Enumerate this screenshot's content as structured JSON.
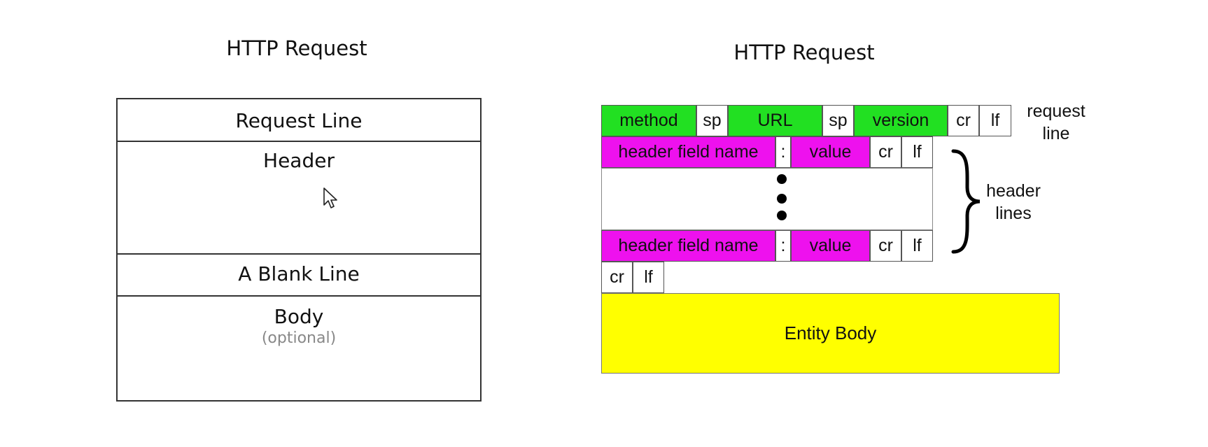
{
  "left": {
    "title": "HTTP Request",
    "sections": {
      "request_line": "Request Line",
      "header": "Header",
      "blank_line": "A Blank Line",
      "body": "Body",
      "body_note": "(optional)"
    }
  },
  "right": {
    "title": "HTTP Request",
    "request_line": {
      "method": "method",
      "sp1": "sp",
      "url": "URL",
      "sp2": "sp",
      "version": "version",
      "cr": "cr",
      "lf": "lf",
      "label_line1": "request",
      "label_line2": "line"
    },
    "header_row_1": {
      "field": "header field name",
      "colon": ":",
      "value": "value",
      "cr": "cr",
      "lf": "lf"
    },
    "header_row_2": {
      "field": "header field name",
      "colon": ":",
      "value": "value",
      "cr": "cr",
      "lf": "lf"
    },
    "header_label_line1": "header",
    "header_label_line2": "lines",
    "blank_line": {
      "cr": "cr",
      "lf": "lf"
    },
    "entity_body": "Entity Body",
    "colors": {
      "green": "#22e022",
      "magenta": "#ee11ee",
      "yellow": "#ffff00"
    }
  }
}
